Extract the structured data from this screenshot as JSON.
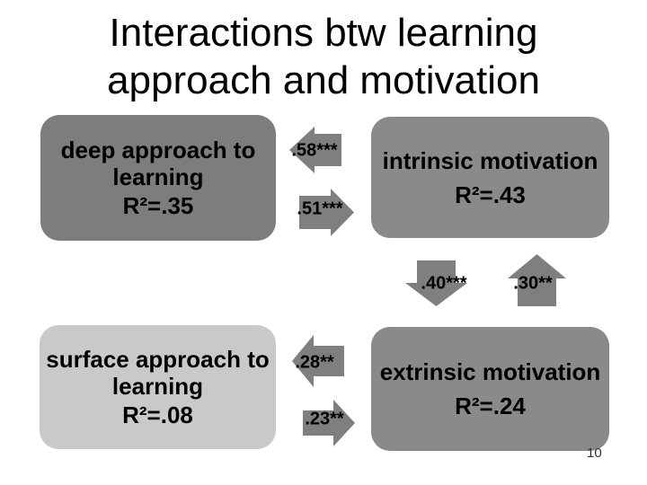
{
  "title": {
    "line1": "Interactions btw learning",
    "line2": "approach and motivation"
  },
  "boxes": {
    "deep": {
      "line1": "deep approach to",
      "line2": "learning",
      "r2": "R²=.35",
      "fill": "#7d7d7d",
      "text_color": "#000000"
    },
    "intrinsic": {
      "label": "intrinsic motivation",
      "r2": "R²=.43",
      "fill": "#8a8a8a",
      "text_color": "#000000"
    },
    "surface": {
      "line1": "surface approach to",
      "line2": "learning",
      "r2": "R²=.08",
      "fill": "#c9c9c9",
      "text_color": "#000000"
    },
    "extrinsic": {
      "label": "extrinsic motivation",
      "r2": "R²=.24",
      "fill": "#8a8a8a",
      "text_color": "#000000"
    }
  },
  "arrows": {
    "fill": "#7f7f7f",
    "a58": {
      "label": ".58***",
      "direction": "left"
    },
    "a51": {
      "label": ".51***",
      "direction": "right"
    },
    "a40": {
      "label": ".40***",
      "direction": "down"
    },
    "a30": {
      "label": ".30**",
      "direction": "up"
    },
    "a28": {
      "label": ".28**",
      "direction": "left"
    },
    "a23": {
      "label": ".23**",
      "direction": "right"
    }
  },
  "page_number": "10",
  "colors": {
    "background": "#ffffff",
    "title_text": "#000000",
    "label_text": "#000000",
    "page_number": "#303030"
  }
}
